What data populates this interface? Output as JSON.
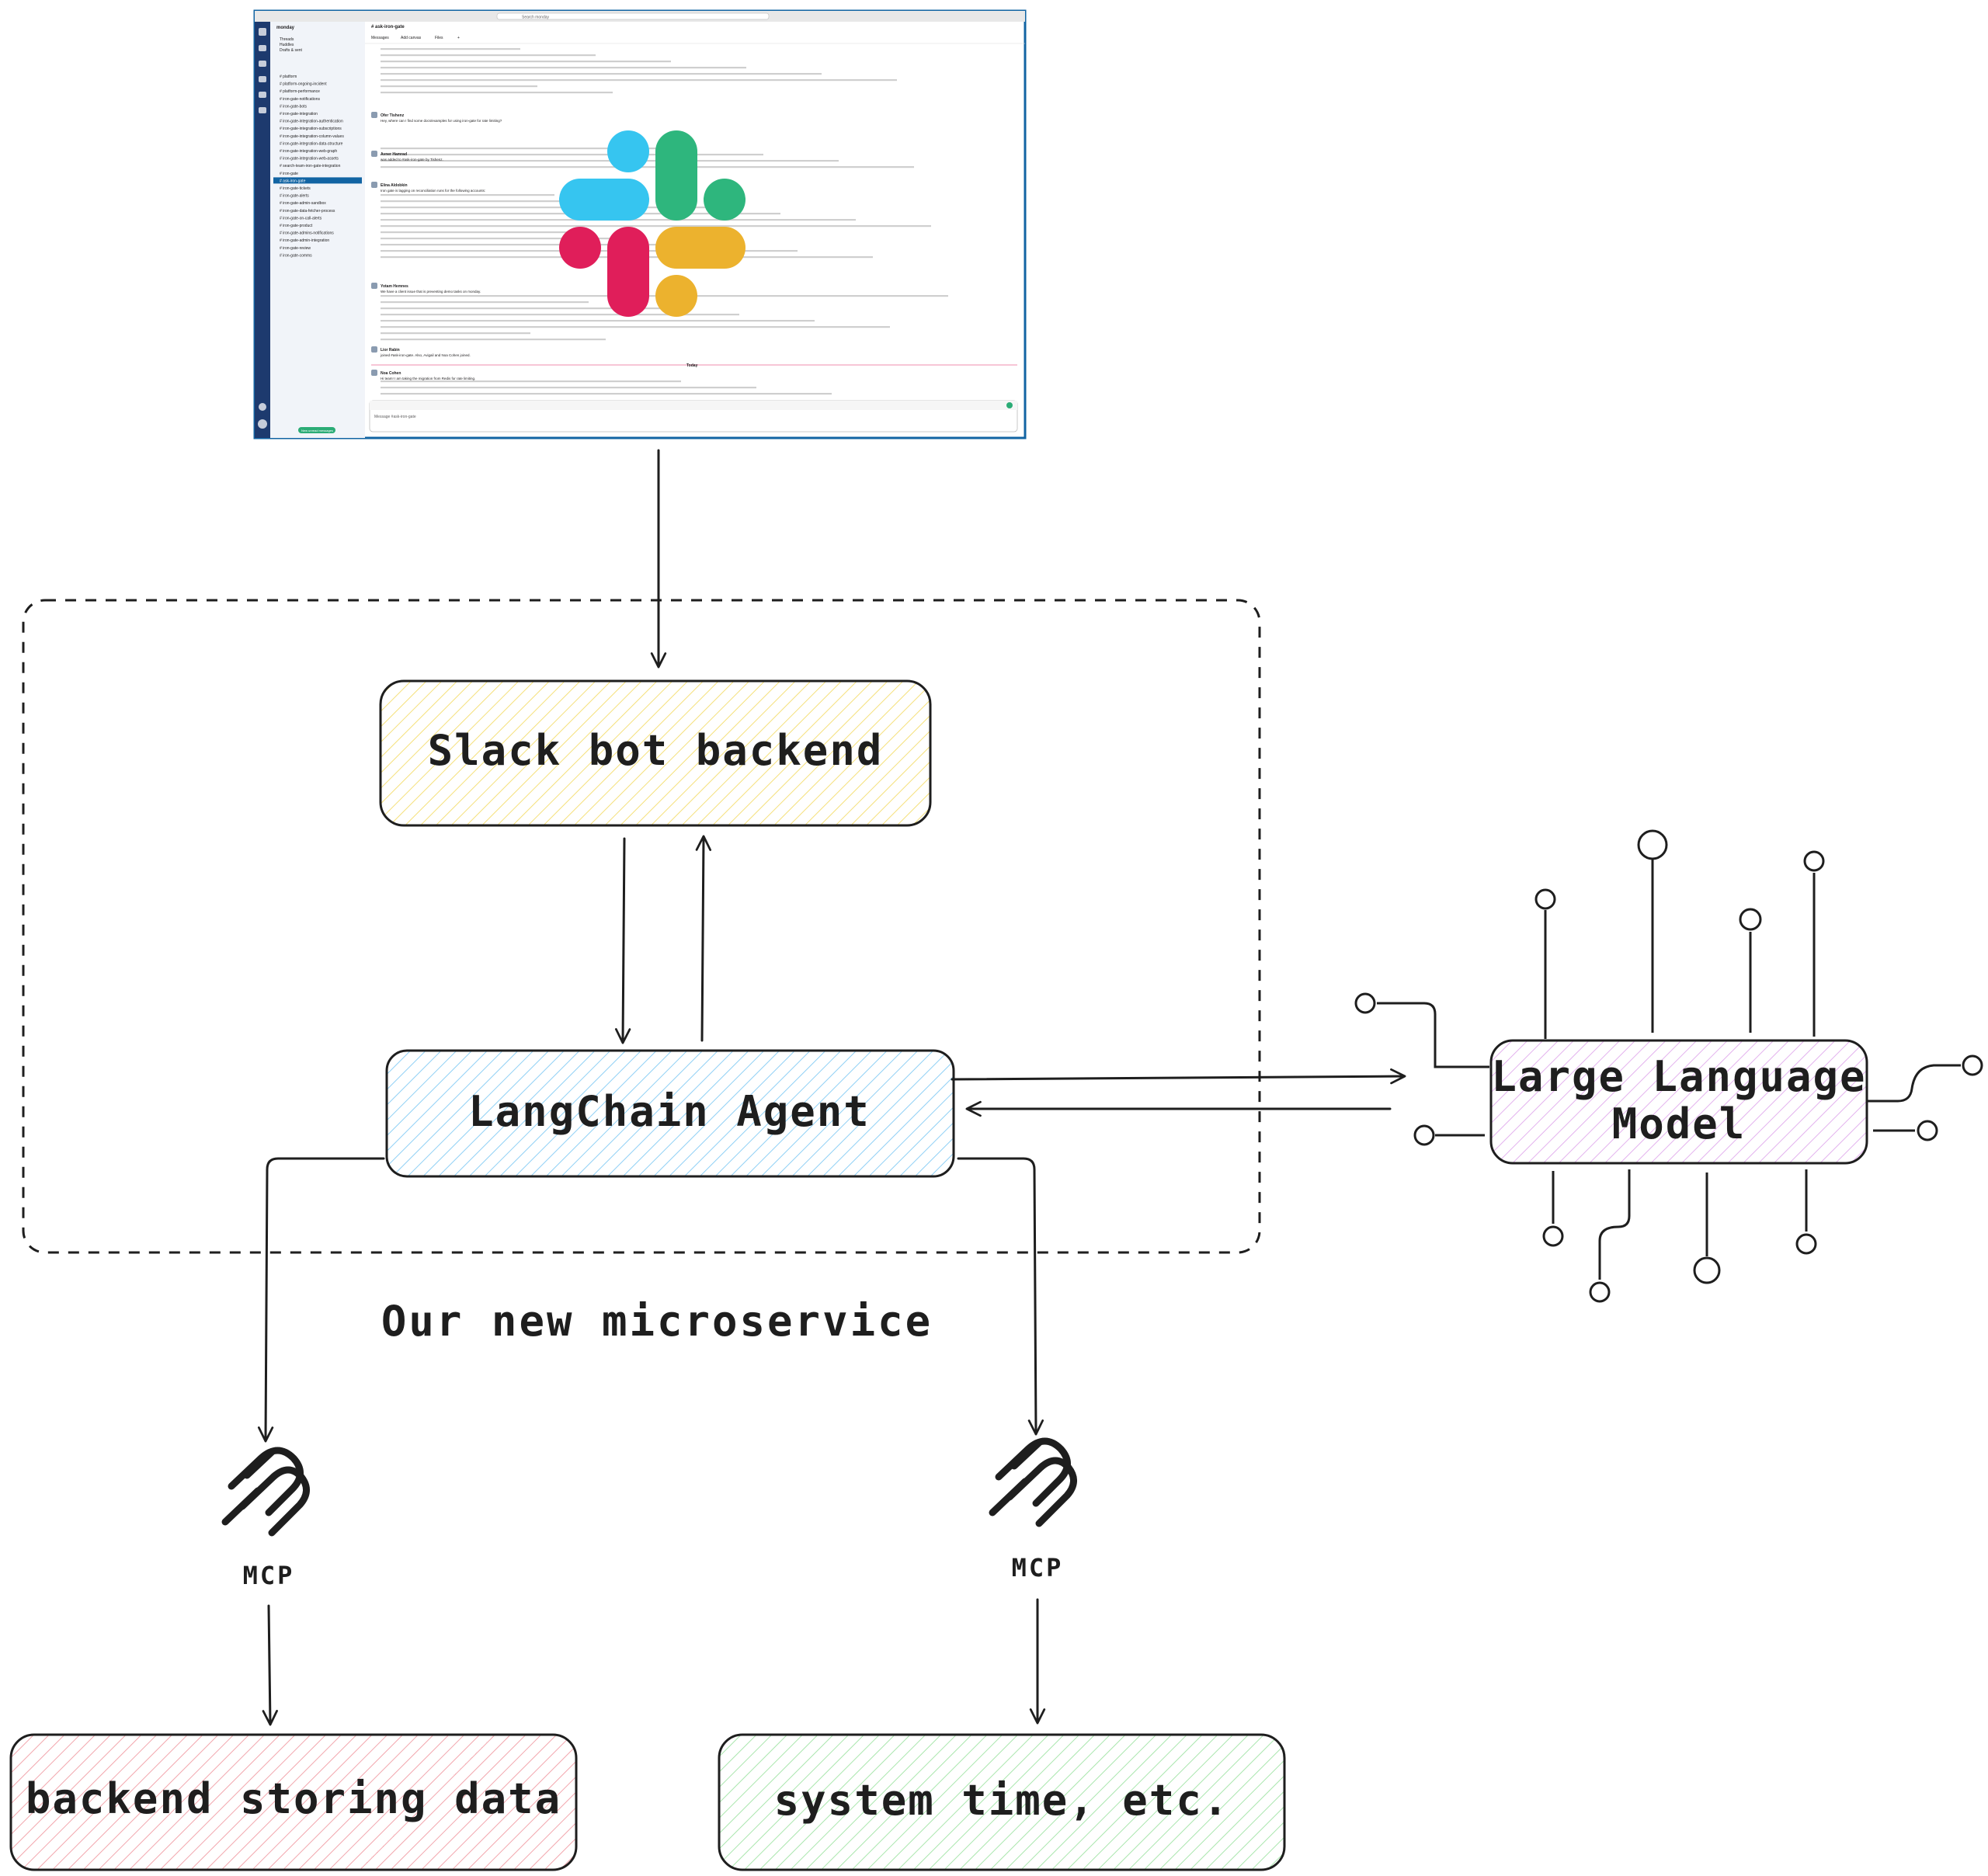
{
  "screenshot": {
    "workspace": "monday",
    "search_placeholder": "Search monday",
    "channel_title": "# ask-iron-gate",
    "tabs": [
      "Messages",
      "Add canvas",
      "Files",
      "+"
    ],
    "sidebar_top": [
      "Threads",
      "Huddles",
      "Drafts & sent"
    ],
    "sidebar_channels": [
      "platform",
      "platform-ongoing-incident",
      "platform-performance",
      "iron-gate-notifications",
      "iron-gate-bots",
      "iron-gate-integration",
      "iron-gate-integration-authentication",
      "iron-gate-integration-subscriptions",
      "iron-gate-integration-column-values",
      "iron-gate-integration-data-structure",
      "iron-gate-integration-web-graph",
      "iron-gate-integration-web-assets",
      "search-team-iron-gate-integration",
      "iron-gate",
      "ask-iron-gate",
      "iron-gate-tickets",
      "iron-gate-alerts",
      "iron-gate-admin-sandbox",
      "iron-gate-data-fetcher-process",
      "iron-gate-on-call-alerts",
      "iron-gate-product",
      "iron-gate-admins-notifications",
      "iron-gate-admin-integration",
      "iron-gate-review",
      "iron-gate-comms"
    ],
    "messages": [
      {
        "author": "Ofer Tishenz",
        "text": "Hey, where can I find some docs/examples for using iron-gate for rate limiting?"
      },
      {
        "author": "Avner Hamrad",
        "text": "was added to #ask-iron-gate by Tishenz."
      },
      {
        "author": "Elina Aldobkin",
        "text": "Iron gate is lagging on reconciliation runs for the following accounts:"
      },
      {
        "author": "Yotam Hemnes",
        "text": "We have a client issue that is preventing demo tasks on monday."
      },
      {
        "author": "Lior Rabin",
        "text": "joined #ask-iron-gate. Also, Avigail and Noa Cohen joined."
      },
      {
        "author": "Noa Cohen",
        "text": "Hi team! I am taking the migration from Redis for rate limiting."
      }
    ],
    "date_divider": "Today",
    "composer_placeholder": "Message #ask-iron-gate",
    "unread_badge": "New unread messages"
  },
  "diagram": {
    "nodes": {
      "slack_backend": "Slack bot backend",
      "langchain_agent": "LangChain Agent",
      "llm_line1": "Large Language",
      "llm_line2": "Model",
      "backend_storing": "backend storing data",
      "system_time": "system time, etc."
    },
    "group_label": "Our new microservice",
    "mcp_left": "MCP",
    "mcp_right": "MCP",
    "edges": [
      {
        "from": "slack-screenshot",
        "to": "slack_backend"
      },
      {
        "from": "slack_backend",
        "to": "langchain_agent"
      },
      {
        "from": "langchain_agent",
        "to": "slack_backend"
      },
      {
        "from": "langchain_agent",
        "to": "llm"
      },
      {
        "from": "llm",
        "to": "langchain_agent"
      },
      {
        "from": "langchain_agent",
        "to": "mcp_left"
      },
      {
        "from": "mcp_left",
        "to": "backend_storing"
      },
      {
        "from": "langchain_agent",
        "to": "mcp_right"
      },
      {
        "from": "mcp_right",
        "to": "system_time"
      }
    ],
    "colors": {
      "slack_backend_fill": "#f5e07a",
      "langchain_fill": "#8fd0f5",
      "llm_fill": "#e3b2ee",
      "backend_storing_fill": "#f2a6ad",
      "system_time_fill": "#a9e6ad",
      "stroke": "#1e1e1e"
    },
    "icons": [
      "slack-logo-icon",
      "mcp-icon"
    ]
  }
}
